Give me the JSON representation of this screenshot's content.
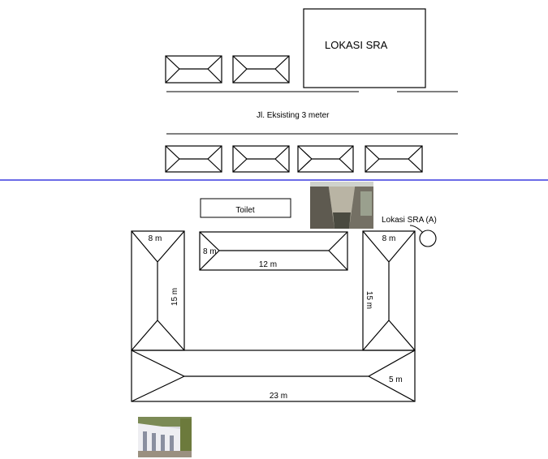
{
  "top_section": {
    "site_label": "LOKASI SRA",
    "road_label": "Jl. Eksisting 3 meter"
  },
  "bottom_section": {
    "toilet_label": "Toilet",
    "sra_marker_label": "Lokasi SRA (A)",
    "dimensions": {
      "left_wing_width": "8 m",
      "left_wing_length": "15 m",
      "center_block_width": "8 m",
      "center_block_length": "12 m",
      "right_wing_width": "8 m",
      "right_wing_length": "15 m",
      "bottom_block_width": "5 m",
      "bottom_block_length": "23 m"
    }
  },
  "colors": {
    "divider": "#3a3adf",
    "line": "#000000",
    "photo_alley_wall": "#8d8a80",
    "photo_building_wall": "#e8e8ec",
    "photo_ground_green": "#6c7a3c"
  }
}
